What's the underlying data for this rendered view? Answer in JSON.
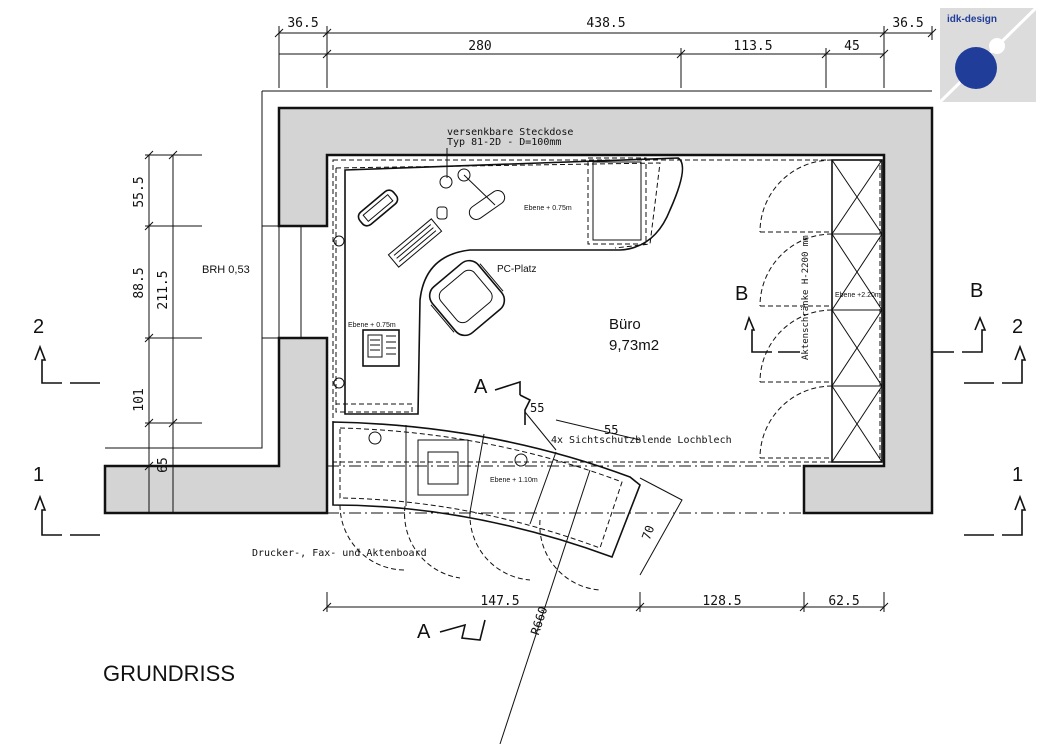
{
  "logo": {
    "text": "idk-design",
    "bg_color": "#dcdcdc",
    "circle_color": "#1f3d99",
    "text_color": "#1f3d99"
  },
  "title": "GRUNDRISS",
  "room": {
    "name": "Büro",
    "area": "9,73m2"
  },
  "dimensions": {
    "top_overall": [
      "36.5",
      "438.5",
      "36.5"
    ],
    "top_inner": [
      "280",
      "113.5",
      "45"
    ],
    "left": [
      "55.5",
      "88.5",
      "211.5",
      "101",
      "65"
    ],
    "bottom": [
      "147.5",
      "128.5",
      "62.5"
    ],
    "desk": [
      "55",
      "55",
      "70"
    ],
    "radius": "R660"
  },
  "labels": {
    "socket_line1": "versenkbare Steckdose",
    "socket_line2": "Typ 81-2D - D=100mm",
    "brh": "BRH 0,53",
    "pc_platz": "PC-Platz",
    "ebene_075_right": "Ebene + 0.75m",
    "ebene_075_left": "Ebene + 0.75m",
    "ebene_220": "Ebene +2.20m",
    "ebene_110": "Ebene + 1.10m",
    "cabinets": "Aktenschränke H-2200 mm",
    "privacy": "4x Sichtschutzblende Lochblech",
    "printer": "Drucker-, Fax- und Aktenboard"
  },
  "sections": {
    "a_top": "A",
    "a_bottom": "A",
    "b_left": "B",
    "b_right": "B",
    "one_left": "1",
    "one_right": "1",
    "two_left": "2",
    "two_right": "2"
  }
}
